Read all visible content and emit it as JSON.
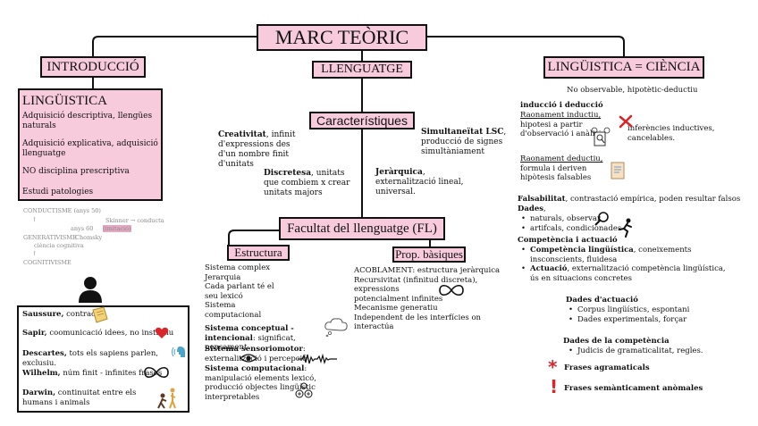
{
  "title": "MARC TEÒRIC",
  "introduccio": {
    "heading": "INTRODUCCIÓ",
    "linguistica_title": "LINGÜISTICA",
    "linguistica_items": [
      "Adquisició descriptiva, llengües naturals",
      "Adquisició explicativa, adquisició llenguatge",
      "NO disciplina prescriptiva",
      "Estudi patologies"
    ],
    "timeline": {
      "conductisme": "CONDUCTISME (anys 50)",
      "skinner": "Skinner → conducta",
      "imitacio": "(imitació)",
      "anys60": "anys 60",
      "generativisme": "GENERATIVISME",
      "chomsky": "Chomsky",
      "ciencia": "ciència cognitiva",
      "cognitivisme": "COGNITIVISME"
    },
    "authors": [
      {
        "name": "Saussure,",
        "desc": " contracte"
      },
      {
        "name": "Sapir,",
        "desc": " coomunicació idees, no instintiu"
      },
      {
        "name": "Descartes,",
        "desc": " tots els sapiens parlen, exclusiu."
      },
      {
        "name": "Wilhelm,",
        "desc": " núm finit - infinites frases"
      },
      {
        "name": "Darwin,",
        "desc": " continuitat entre els humans i animals"
      }
    ]
  },
  "llenguatge": {
    "heading": "LLENGUATGE",
    "caracteristiques": "Característiques",
    "creativitat_label": "Creativitat",
    "creativitat_text": ", infinit d'expressions des d'un nombre finit d'unitats",
    "simultaneitat_label": "Simultaneïtat LSC",
    "simultaneitat_text": ", producció de signes simultàniament",
    "discretesa_label": "Discretesa",
    "discretesa_text": ", unitats que combiem x crear unitats majors",
    "jerarquica_label": "Jeràrquica",
    "jerarquica_text": ", externalització lineal, universal.",
    "facultat": "Facultat del llenguatge (FL)",
    "estructura": {
      "heading": "Estructura",
      "lines": [
        "Sistema complex",
        "Jerarquia",
        "Cada parlant té el",
        "seu lexicó",
        "Sistema",
        "computacional"
      ],
      "conceptual_label": "Sistema conceptual - intencional",
      "conceptual_text": ": significat, pensament",
      "sensoriomotor_label": "Sistema sensoriomotor",
      "sensoriomotor_text": ": externalització i percepció",
      "computacional_label": "Sistema computacional",
      "computacional_text": ": manipulació elements lexicó, producció objectes lingüístic interpretables"
    },
    "prop": {
      "heading": "Prop. bàsiques",
      "lines": [
        "ACOBLAMENT: estructura jeràrquica",
        "Recursivitat (infinitud discreta), expressions",
        "potencialment infinites",
        "Mecanisme generatiu",
        "Independent de les interfícies on interactúa"
      ]
    }
  },
  "ciencia": {
    "heading": "LINGÜISTICA = CIÈNCIA",
    "subtitle": "No observable, hipotètic-deductiu",
    "induccio_title": "inducció i deducció",
    "rao_inductiu_title": "Raonament inductiu,",
    "rao_inductiu_text": "hipotesi a partir d'observació i anàlisi",
    "inferencies": "inferències inductives, cancelables.",
    "rao_deductiu_title": "Raonament deductiu,",
    "rao_deductiu_text": "formula i deriven hipòtesis falsables",
    "falsabilitat_label": "Falsabilitat",
    "falsabilitat_text": ", contrastació empírica, poden resultar falsos",
    "dades_label": "Dades",
    "dades_suffix": ",",
    "dades_items": [
      "naturals, observar",
      "artifcals, condicionades"
    ],
    "competencia_title": "Competència i actuació",
    "competencia_label": "Competència lingüística",
    "competencia_text": ", coneixements insconscients, fluidesa",
    "actuacio_label": "Actuació",
    "actuacio_text": ", externalització competència lingüística, ús en situacions concretes",
    "dades_actuacio_title": "Dades d'actuació",
    "dades_actuacio_items": [
      "Corpus lingüístics, espontani",
      "Dades experimentals, forçar"
    ],
    "dades_competencia_title": "Dades de la competència",
    "dades_competencia_items": [
      "Judicis de gramaticalitat, regles."
    ],
    "frases_agramaticals": "Frases agramaticals",
    "frases_anomales": "Frases semànticament anòmales",
    "asterisk": "*",
    "exclamation": "!"
  },
  "icons": {
    "person": "person-icon",
    "note": "note-icon",
    "heart": "heart-icon",
    "speaking": "speaking-head-icon",
    "infinity": "infinity-icon",
    "evolution": "evolution-icon",
    "cloud": "thought-cloud-icon",
    "eye": "eye-icon",
    "wave": "sound-wave-icon",
    "brain": "brain-gears-icon",
    "magnifier": "magnifier-icon",
    "cross": "cross-icon",
    "document": "document-icon",
    "runner": "runner-icon"
  },
  "colors": {
    "pink": "#f7cbdc",
    "red": "#d8262c",
    "highlight": "#e6a9c4"
  }
}
